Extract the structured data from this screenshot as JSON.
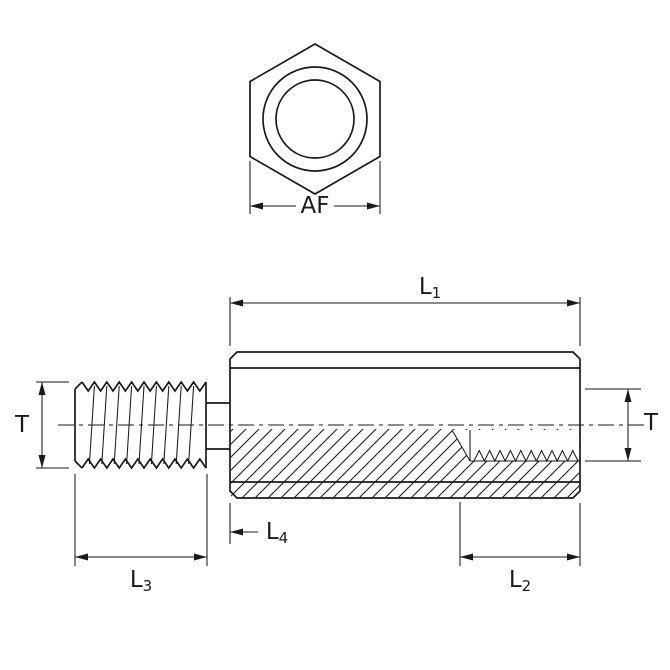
{
  "drawing": {
    "type": "technical-drawing",
    "subject": "male-female hex standoff, top view and half-sectioned side view",
    "colors": {
      "line": "#1a1a1a",
      "background": "#ffffff"
    },
    "labels": {
      "af": "AF",
      "t_left": "T",
      "t_right": "T",
      "l1": {
        "base": "L",
        "sub": "1"
      },
      "l2": {
        "base": "L",
        "sub": "2"
      },
      "l3": {
        "base": "L",
        "sub": "3"
      },
      "l4": {
        "base": "L",
        "sub": "4"
      }
    }
  }
}
